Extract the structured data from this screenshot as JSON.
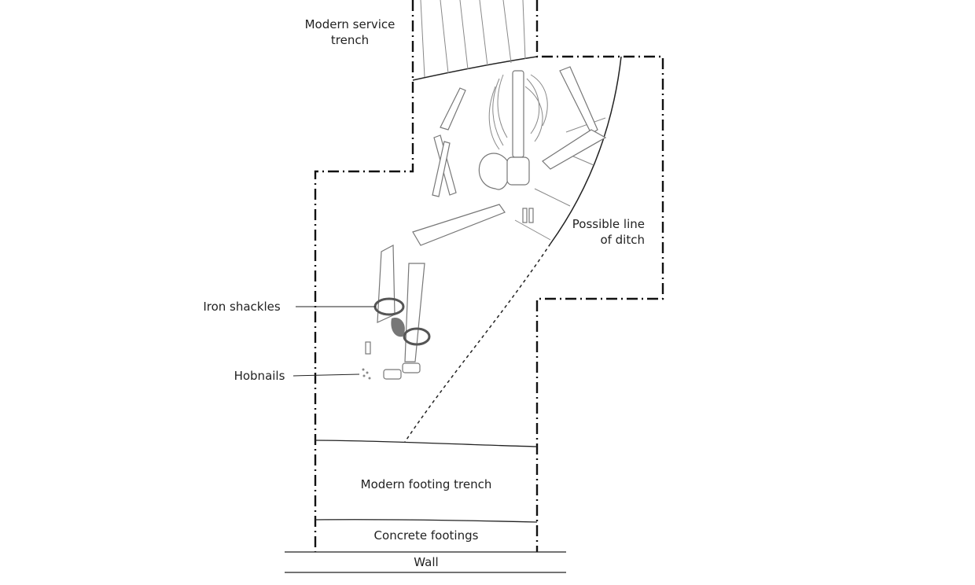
{
  "labels": {
    "service_trench": [
      "Modern service",
      "trench"
    ],
    "ditch": [
      "Possible line",
      "of ditch"
    ],
    "shackles": "Iron shackles",
    "hobnails": "Hobnails",
    "footing_trench": "Modern footing trench",
    "concrete": "Concrete footings",
    "wall": "Wall"
  }
}
